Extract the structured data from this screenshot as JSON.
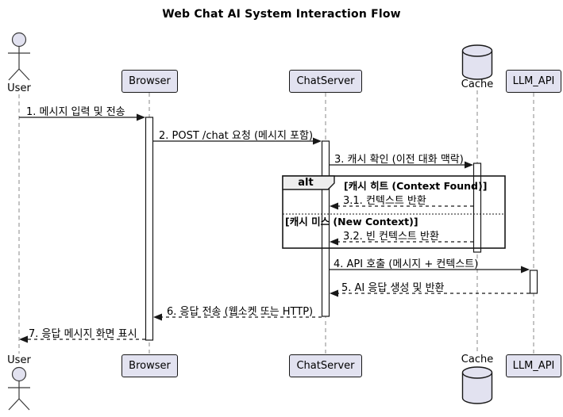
{
  "title": "Web Chat AI System Interaction Flow",
  "diagram_type": "uml-sequence",
  "participants": {
    "user": {
      "label": "User",
      "type": "actor"
    },
    "browser": {
      "label": "Browser",
      "type": "participant"
    },
    "chatserver": {
      "label": "ChatServer",
      "type": "participant"
    },
    "cache": {
      "label": "Cache",
      "type": "database"
    },
    "llm_api": {
      "label": "LLM_API",
      "type": "participant"
    }
  },
  "messages": [
    {
      "id": "1",
      "label": "1. 메시지 입력 및 전송",
      "from": "User",
      "to": "Browser",
      "style": "solid"
    },
    {
      "id": "2",
      "label": "2. POST /chat 요청 (메시지 포함)",
      "from": "Browser",
      "to": "ChatServer",
      "style": "solid"
    },
    {
      "id": "3",
      "label": "3. 캐시 확인 (이전 대화 맥락)",
      "from": "ChatServer",
      "to": "Cache",
      "style": "solid"
    },
    {
      "id": "3.1",
      "label": "3.1. 컨텍스트 반환",
      "from": "Cache",
      "to": "ChatServer",
      "style": "dashed"
    },
    {
      "id": "3.2",
      "label": "3.2. 빈 컨텍스트 반환",
      "from": "Cache",
      "to": "ChatServer",
      "style": "dashed"
    },
    {
      "id": "4",
      "label": "4. API 호출 (메시지 + 컨텍스트)",
      "from": "ChatServer",
      "to": "LLM_API",
      "style": "solid"
    },
    {
      "id": "5",
      "label": "5. AI 응답 생성 및 반환",
      "from": "LLM_API",
      "to": "ChatServer",
      "style": "dashed"
    },
    {
      "id": "6",
      "label": "6. 응답 전송 (웹소켓 또는 HTTP)",
      "from": "ChatServer",
      "to": "Browser",
      "style": "dashed"
    },
    {
      "id": "7",
      "label": "7. 응답 메시지 화면 표시",
      "from": "Browser",
      "to": "User",
      "style": "dashed"
    }
  ],
  "alt_frame": {
    "operator": "alt",
    "conditions": [
      "[캐시 히트 (Context Found)]",
      "[캐시 미스 (New Context)]"
    ]
  },
  "colors": {
    "participant_fill": "#E2E2F0",
    "participant_border": "#181818",
    "lifeline": "#888888",
    "arrow": "#181818",
    "frame_border": "#181818",
    "frame_header_fill": "#EEEEEE",
    "activation_fill": "#FFFFFF",
    "background": "#FFFFFF"
  }
}
